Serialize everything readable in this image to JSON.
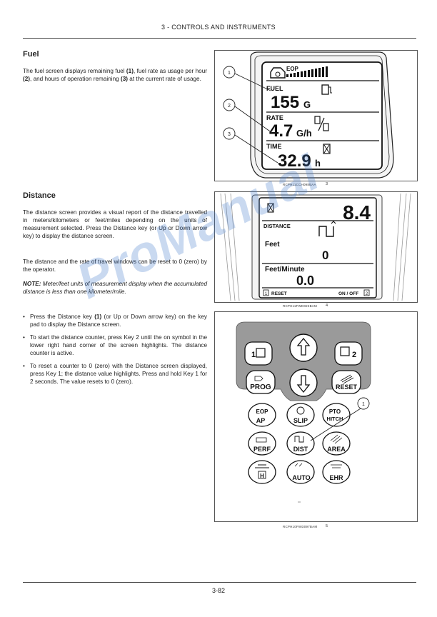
{
  "header": {
    "title": "3 - CONTROLS AND INSTRUMENTS"
  },
  "fuel": {
    "heading": "Fuel",
    "p1_a": "The fuel screen displays remaining fuel ",
    "p1_b": "(1)",
    "p1_c": ", fuel rate as usage per hour ",
    "p1_d": "(2)",
    "p1_e": ", and hours of operation remaining ",
    "p1_f": "(3)",
    "p1_g": " at the current rate of usage."
  },
  "distance": {
    "heading": "Distance",
    "p1": "The distance screen provides a visual report of the distance travelled in meters/kilometers or feet/miles depending on the units of measurement selected. Press the Distance key (or Up or Down arrow key) to display the distance screen.",
    "p2": "The distance and the rate of travel windows can be reset to 0 (zero) by the operator.",
    "note_label": "NOTE:",
    "note_text": " Meter/feet units of measurement display when the accumulated distance is less than one kilometer/mile."
  },
  "bullets": {
    "b1_a": "Press the Distance key ",
    "b1_b": "(1)",
    "b1_c": " (or Up or Down arrow key) on the key pad to display the Distance screen.",
    "b2": "To start the distance counter, press Key 2 until the on symbol in the lower right hand corner of the screen highlights. The distance counter is active.",
    "b3": "To reset a counter to 0 (zero) with the Distance screen displayed, press Key 1; the distance value highlights. Press and hold Key 1 for 2 seconds. The value resets to 0 (zero)."
  },
  "fig3": {
    "eop": "EOP",
    "fuel_label": "FUEL",
    "fuel_value": "155",
    "fuel_unit": "G",
    "rate_label": "RATE",
    "rate_value": "4.7",
    "rate_unit": "G/h",
    "time_label": "TIME",
    "time_value": "32.9",
    "time_unit": "h",
    "callout1": "1",
    "callout2": "2",
    "callout3": "3",
    "caption": "RCPH11CCH098BAA",
    "number": "3"
  },
  "fig4": {
    "big_value": "8.4",
    "distance_label": "DISTANCE",
    "feet_label": "Feet",
    "feet_value": "0",
    "fpm_label": "Feet/Minute",
    "fpm_value": "0.0",
    "reset_key": "1",
    "reset_label": "RESET",
    "onoff_label": "ON / OFF",
    "onoff_key": "2",
    "caption": "RCPH11FWD023BAM",
    "number": "4"
  },
  "fig5": {
    "key1": "1",
    "key2": "2",
    "prog": "PROG",
    "reset": "RESET",
    "eop": "EOP",
    "ap": "AP",
    "slip": "SLIP",
    "pto": "PTO",
    "hitch": "HITCH",
    "perf": "PERF",
    "dist": "DIST",
    "area": "AREA",
    "h": "H",
    "auto": "AUTO",
    "ehr": "EHR",
    "callout1": "1",
    "caption": "RCPH10FWD097BAM",
    "number": "5"
  },
  "watermark": "ProManual",
  "footer": {
    "page": "3-82"
  }
}
